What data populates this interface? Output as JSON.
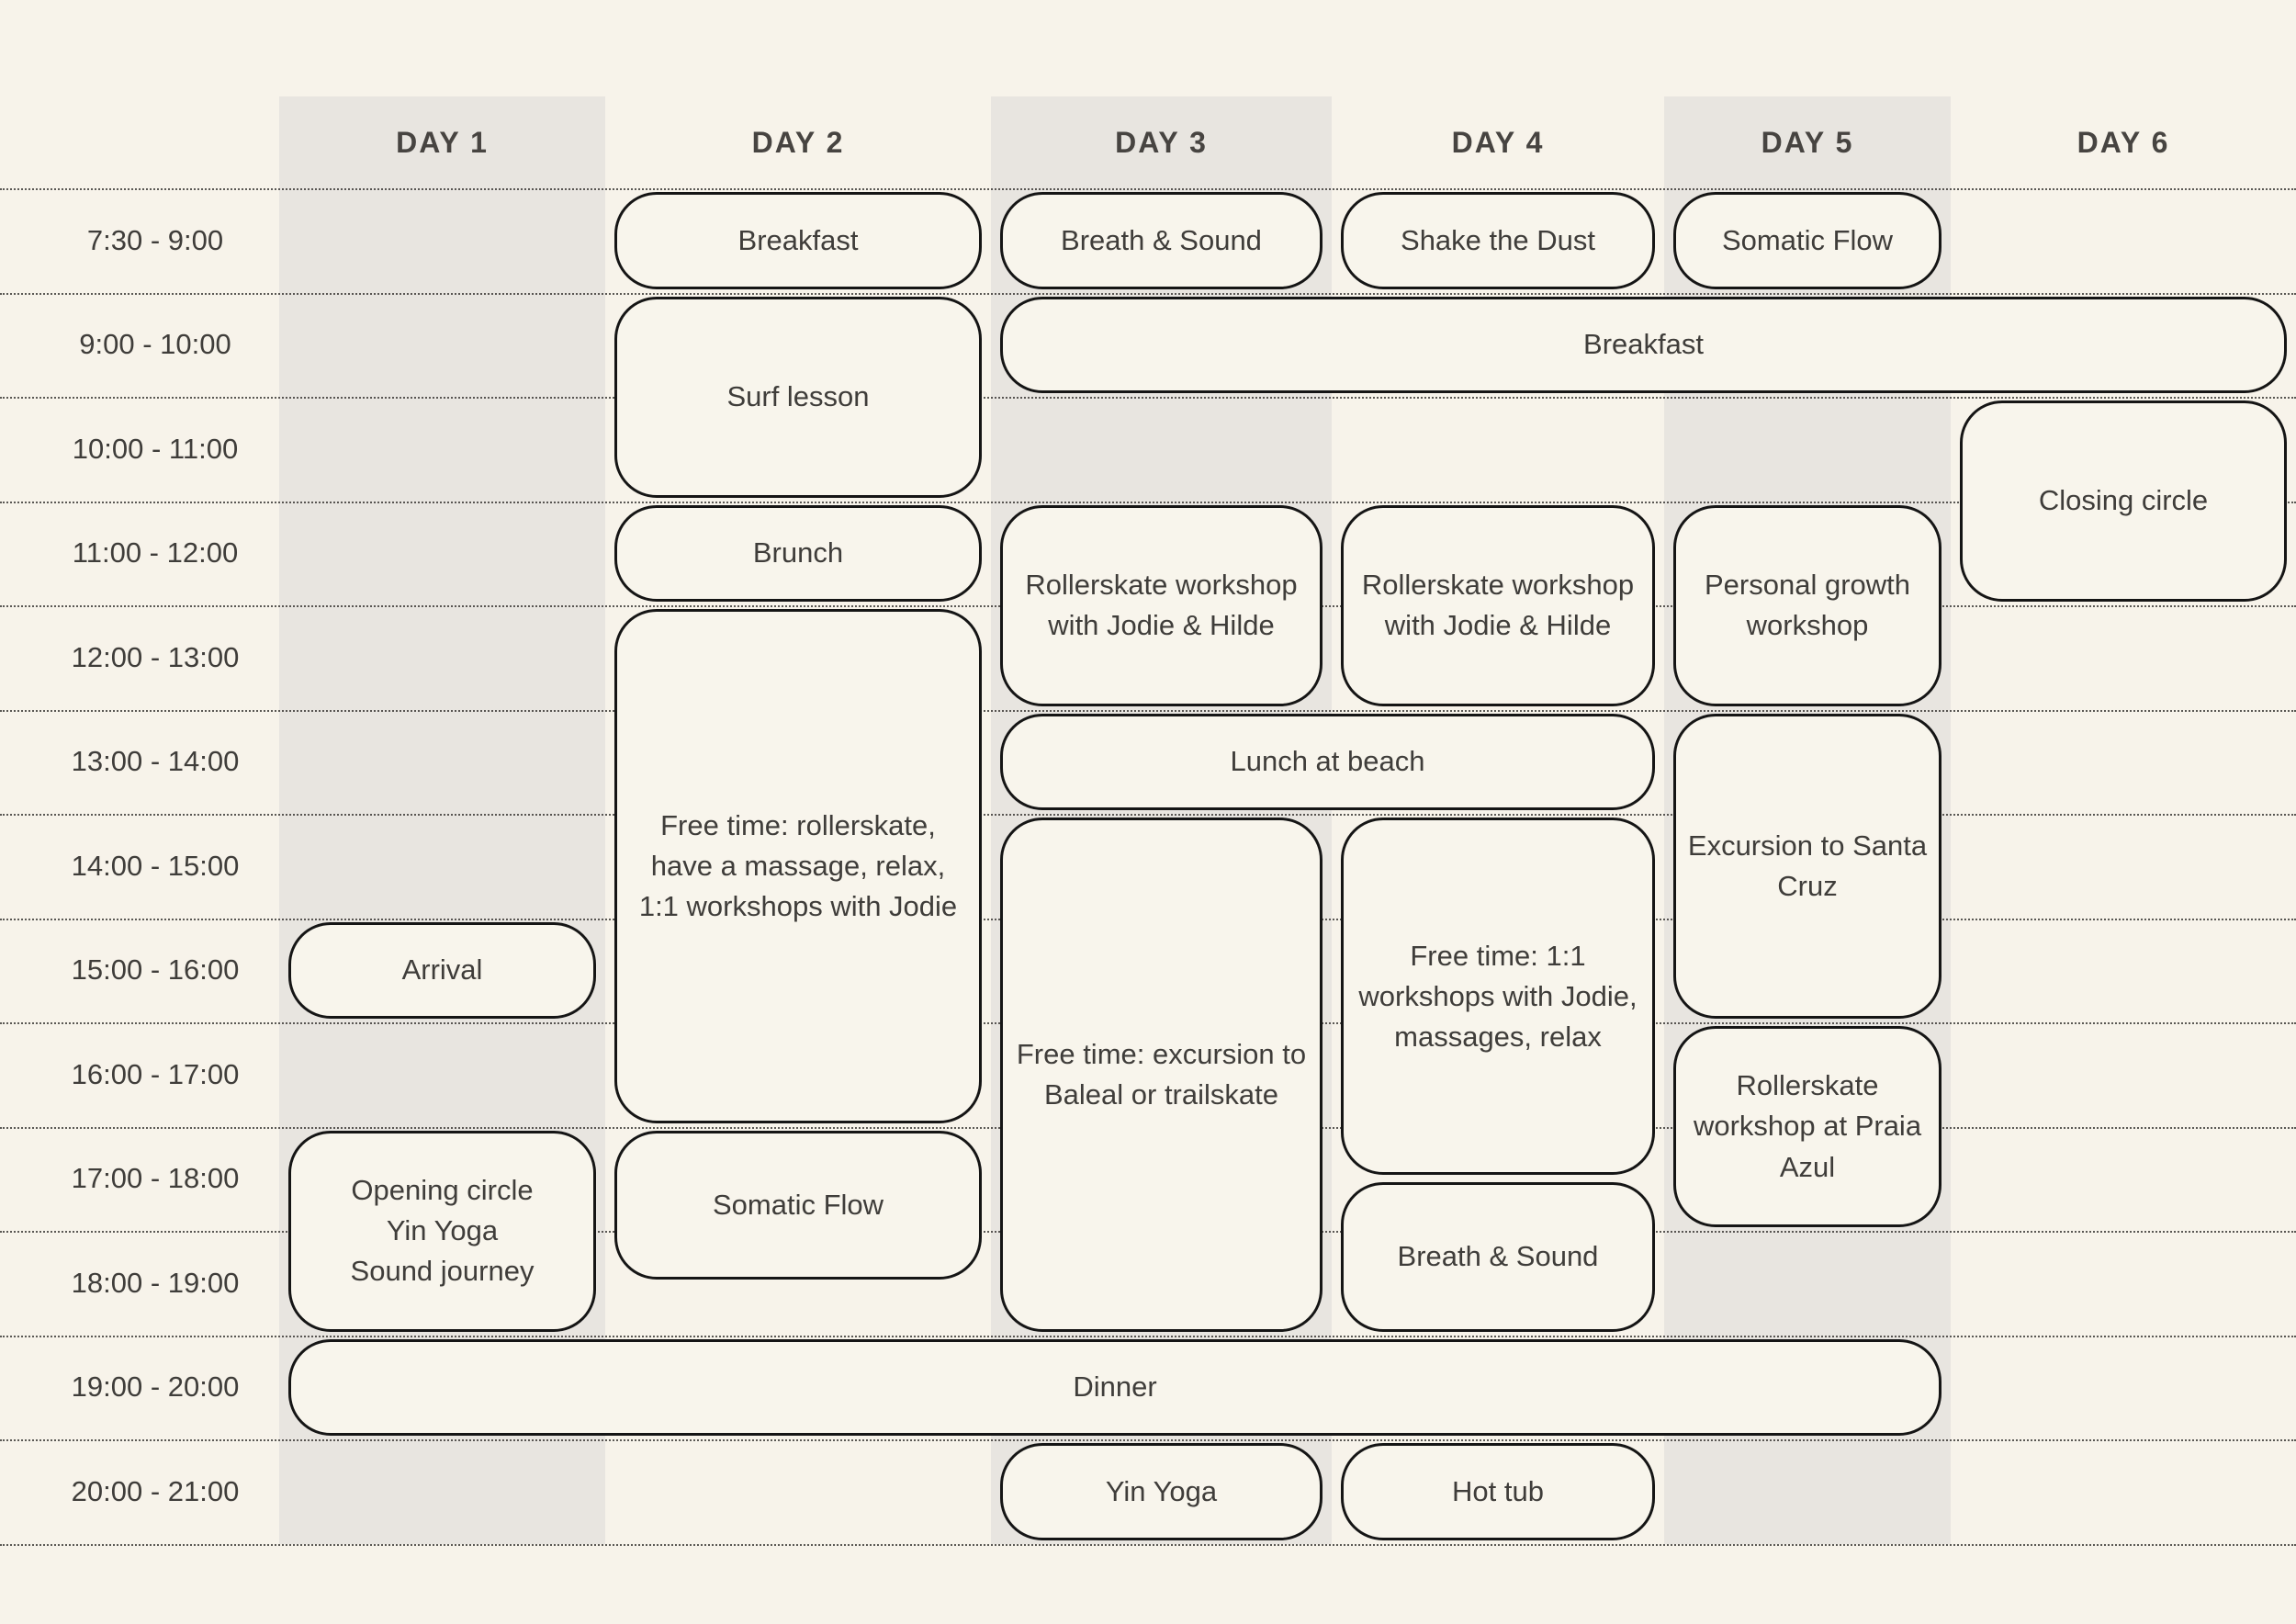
{
  "colors": {
    "background": "#F7F3EA",
    "column_band": "#E8E5E0",
    "event_fill": "#F8F5EC",
    "event_border": "#151515",
    "gridline": "#3F3D3A",
    "text": "#3F3D3A",
    "header_text": "#474441"
  },
  "days": [
    {
      "label": "DAY 1",
      "shaded": true
    },
    {
      "label": "DAY 2",
      "shaded": false
    },
    {
      "label": "DAY 3",
      "shaded": true
    },
    {
      "label": "DAY 4",
      "shaded": false
    },
    {
      "label": "DAY 5",
      "shaded": true
    },
    {
      "label": "DAY 6",
      "shaded": false
    }
  ],
  "time_slots": [
    "7:30 - 9:00",
    "9:00 - 10:00",
    "10:00 - 11:00",
    "11:00 - 12:00",
    "12:00 - 13:00",
    "13:00 - 14:00",
    "14:00 - 15:00",
    "15:00 - 16:00",
    "16:00 - 17:00",
    "17:00 - 18:00",
    "18:00 - 19:00",
    "19:00 - 20:00",
    "20:00 - 21:00"
  ],
  "events": [
    {
      "name": "breakfast-day2",
      "label": "Breakfast",
      "day_start": 2,
      "day_end": 2,
      "hr_start": 0,
      "hr_end": 2
    },
    {
      "name": "breath-and-sound-day3-morning",
      "label": "Breath & Sound",
      "day_start": 3,
      "day_end": 3,
      "hr_start": 0,
      "hr_end": 2
    },
    {
      "name": "shake-the-dust-day4",
      "label": "Shake the Dust",
      "day_start": 4,
      "day_end": 4,
      "hr_start": 0,
      "hr_end": 2
    },
    {
      "name": "somatic-flow-day5-morning",
      "label": "Somatic Flow",
      "day_start": 5,
      "day_end": 5,
      "hr_start": 0,
      "hr_end": 2
    },
    {
      "name": "surf-lesson-day2",
      "label": "Surf lesson",
      "day_start": 2,
      "day_end": 2,
      "hr_start": 2,
      "hr_end": 6
    },
    {
      "name": "breakfast-days3-6",
      "label": "Breakfast",
      "day_start": 3,
      "day_end": 6,
      "hr_start": 2,
      "hr_end": 4
    },
    {
      "name": "closing-circle-day6",
      "label": "Closing circle",
      "day_start": 6,
      "day_end": 6,
      "hr_start": 4,
      "hr_end": 8
    },
    {
      "name": "brunch-day2",
      "label": "Brunch",
      "day_start": 2,
      "day_end": 2,
      "hr_start": 6,
      "hr_end": 8
    },
    {
      "name": "rollerskate-workshop-day3",
      "label": "Rollerskate workshop with Jodie & Hilde",
      "day_start": 3,
      "day_end": 3,
      "hr_start": 6,
      "hr_end": 10
    },
    {
      "name": "rollerskate-workshop-day4",
      "label": "Rollerskate workshop with Jodie & Hilde",
      "day_start": 4,
      "day_end": 4,
      "hr_start": 6,
      "hr_end": 10
    },
    {
      "name": "personal-growth-workshop-day5",
      "label": "Personal growth workshop",
      "day_start": 5,
      "day_end": 5,
      "hr_start": 6,
      "hr_end": 10
    },
    {
      "name": "free-time-day2",
      "label": "Free time: rollerskate, have a massage, relax, 1:1 workshops with Jodie",
      "day_start": 2,
      "day_end": 2,
      "hr_start": 8,
      "hr_end": 18
    },
    {
      "name": "lunch-at-beach-days3-4",
      "label": "Lunch at beach",
      "day_start": 3,
      "day_end": 4,
      "hr_start": 10,
      "hr_end": 12
    },
    {
      "name": "excursion-santa-cruz-day5",
      "label": "Excursion to Santa Cruz",
      "day_start": 5,
      "day_end": 5,
      "hr_start": 10,
      "hr_end": 16
    },
    {
      "name": "free-time-day3",
      "label": "Free time: excursion to Baleal or trailskate",
      "day_start": 3,
      "day_end": 3,
      "hr_start": 12,
      "hr_end": 22
    },
    {
      "name": "free-time-day4",
      "label": "Free time: 1:1 workshops with Jodie, massages, relax",
      "day_start": 4,
      "day_end": 4,
      "hr_start": 12,
      "hr_end": 19
    },
    {
      "name": "arrival-day1",
      "label": "Arrival",
      "day_start": 1,
      "day_end": 1,
      "hr_start": 14,
      "hr_end": 16
    },
    {
      "name": "rollerskate-workshop-praia-azul-day5",
      "label": "Rollerskate workshop at Praia Azul",
      "day_start": 5,
      "day_end": 5,
      "hr_start": 16,
      "hr_end": 20
    },
    {
      "name": "opening-circle-day1",
      "label": "Opening circle\nYin Yoga\nSound journey",
      "day_start": 1,
      "day_end": 1,
      "hr_start": 18,
      "hr_end": 22
    },
    {
      "name": "somatic-flow-day2-evening",
      "label": "Somatic Flow",
      "day_start": 2,
      "day_end": 2,
      "hr_start": 18,
      "hr_end": 21
    },
    {
      "name": "breath-and-sound-day4-evening",
      "label": "Breath & Sound",
      "day_start": 4,
      "day_end": 4,
      "hr_start": 19,
      "hr_end": 22
    },
    {
      "name": "dinner-days1-5",
      "label": "Dinner",
      "day_start": 1,
      "day_end": 5,
      "hr_start": 22,
      "hr_end": 24
    },
    {
      "name": "yin-yoga-day3-evening",
      "label": "Yin Yoga",
      "day_start": 3,
      "day_end": 3,
      "hr_start": 24,
      "hr_end": 26
    },
    {
      "name": "hot-tub-day4",
      "label": "Hot tub",
      "day_start": 4,
      "day_end": 4,
      "hr_start": 24,
      "hr_end": 26
    }
  ]
}
